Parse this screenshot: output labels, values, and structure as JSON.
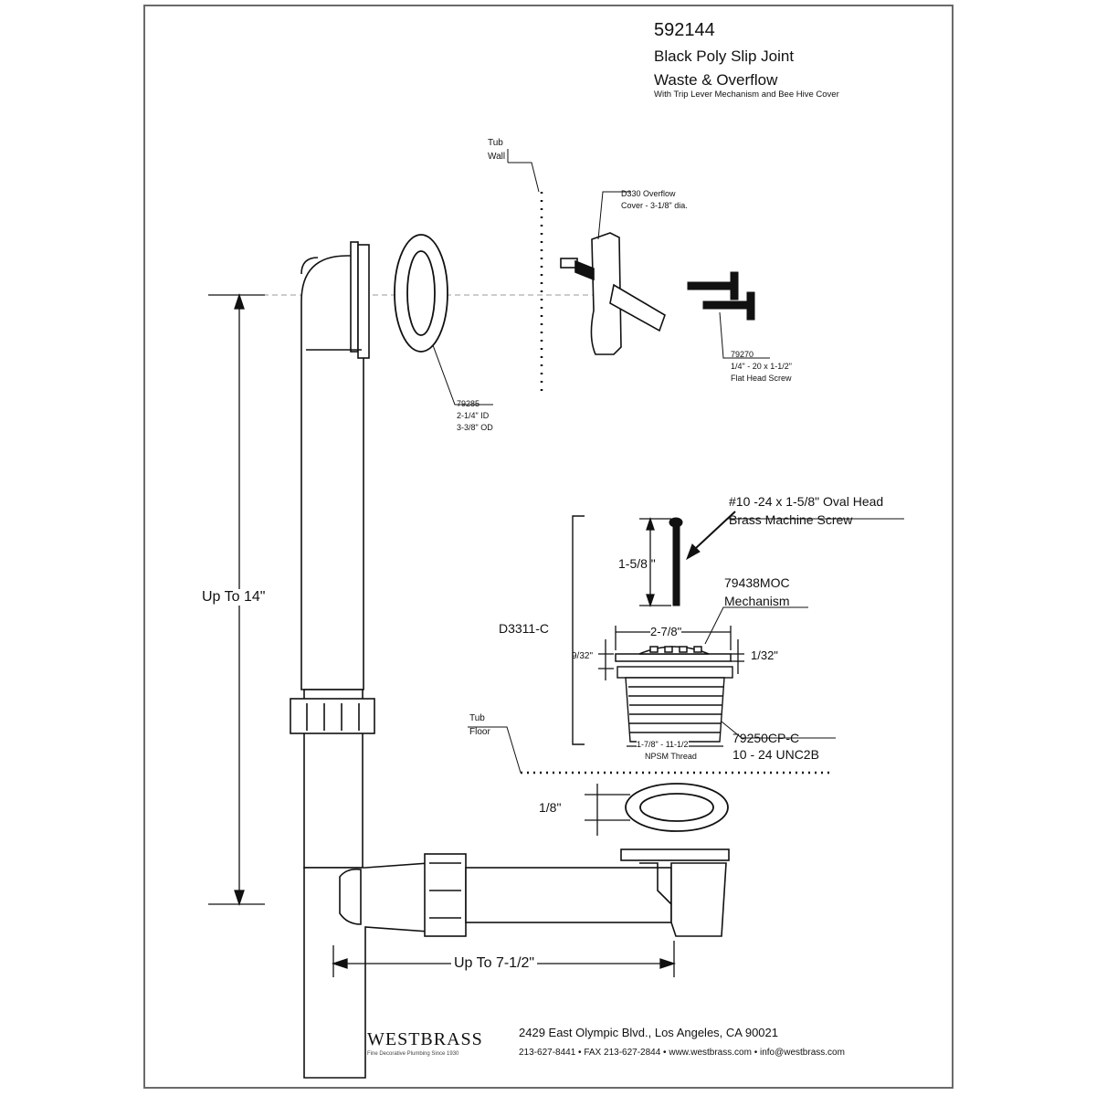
{
  "header": {
    "part_number": "592144",
    "title_line1": "Black Poly Slip Joint",
    "title_line2": "Waste & Overflow",
    "subtitle": "With Trip Lever Mechanism and Bee Hive Cover"
  },
  "labels": {
    "tub_wall_1": "Tub",
    "tub_wall_2": "Wall",
    "overflow_cover_1": "D330 Overflow",
    "overflow_cover_2": "Cover - 3-1/8\" dia.",
    "gasket_part": "79285",
    "gasket_id": "2-1/4\" ID",
    "gasket_od": "3-3/8\" OD",
    "screw_part": "79270",
    "screw_size": "1/4\" - 20 x 1-1/2\"",
    "screw_type": "Flat Head Screw",
    "machine_screw_1": "#10 -24 x 1-5/8\" Oval Head",
    "machine_screw_2": "Brass Machine Screw",
    "mechanism_part": "79438MOC",
    "mechanism_name": "Mechanism",
    "drain_assembly": "D3311-C",
    "dim_screw_len": "1-5/8 \"",
    "dim_flange_dia": "2-7/8\"",
    "dim_flange_h": "9/32\"",
    "dim_lip": "1/32\"",
    "body_part": "79250CP-C",
    "body_thread": "10 - 24 UNC2B",
    "thread_size": "1-7/8\" - 11-1/2",
    "thread_type": "NPSM Thread",
    "tub_floor_1": "Tub",
    "tub_floor_2": "Floor",
    "dim_washer": "1/8\"",
    "dim_height": "Up To 14\"",
    "dim_length": "Up To 7-1/2\""
  },
  "footer": {
    "brand": "WESTBRASS",
    "tagline": "Fine Decorative Plumbing Since 1930",
    "address": "2429 East Olympic Blvd., Los Angeles, CA  90021",
    "contact": "213-627-8441 • FAX 213-627-2844 • www.westbrass.com • info@westbrass.com"
  }
}
